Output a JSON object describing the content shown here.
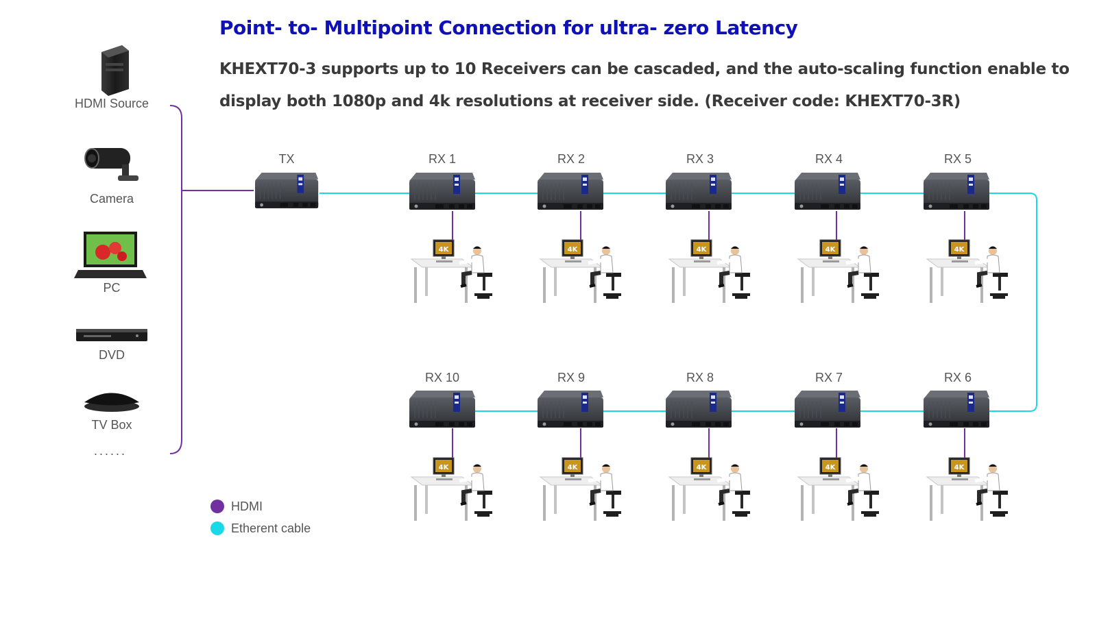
{
  "header": {
    "title": "Point- to- Multipoint Connection for ultra- zero Latency",
    "description": "KHEXT70-3 supports up to 10 Receivers can be cascaded, and the auto-scaling function enable to display both 1080p and 4k resolutions at receiver side.  (Receiver code:  KHEXT70-3R)"
  },
  "sources": [
    {
      "label": "HDMI Source",
      "icon": "server-tower-icon"
    },
    {
      "label": "Camera",
      "icon": "security-camera-icon"
    },
    {
      "label": "PC",
      "icon": "laptop-icon"
    },
    {
      "label": "DVD",
      "icon": "dvd-player-icon"
    },
    {
      "label": "TV Box",
      "icon": "tv-box-icon"
    },
    {
      "label": "......",
      "icon": ""
    }
  ],
  "transmitter": {
    "label": "TX"
  },
  "receivers": {
    "top_row": [
      "RX 1",
      "RX 2",
      "RX 3",
      "RX 4",
      "RX 5"
    ],
    "bottom_row": [
      "RX 10",
      "RX 9",
      "RX 8",
      "RX 7",
      "RX 6"
    ],
    "screen_badge": "4K"
  },
  "legend": [
    {
      "label": "HDMI",
      "color": "#7030a0"
    },
    {
      "label": "Etherent cable",
      "color": "#19d8e8"
    }
  ],
  "colors": {
    "title": "#1010b8",
    "hdmi_line": "#7030a0",
    "ethernet_line": "#19d8e8",
    "device_body": "#3a3d42"
  }
}
